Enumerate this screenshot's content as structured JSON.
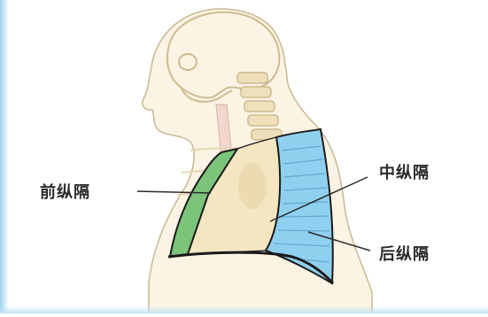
{
  "labels": {
    "anterior": "前纵隔",
    "middle": "中纵隔",
    "posterior": "后纵隔"
  },
  "colors": {
    "anterior_region": "#7cc47a",
    "middle_region": "#f3e6c1",
    "posterior_region": "#8fd0ee",
    "skeleton": "#e8d6ae",
    "outline": "#1a1a1a"
  }
}
